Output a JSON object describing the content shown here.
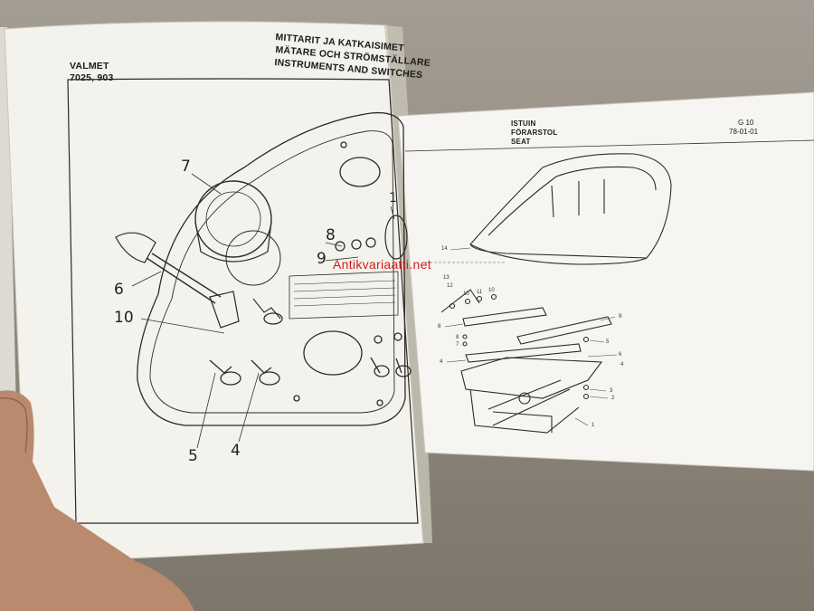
{
  "left_page": {
    "brand": "VALMET",
    "model": "7025, 903",
    "title_lines": [
      "MITTARIT JA KATKAISIMET",
      "MÄTARE OCH STRÖMSTÄLLARE",
      "INSTRUMENTS AND SWITCHES"
    ],
    "callouts": [
      "7",
      "8",
      "9",
      "6",
      "10",
      "5",
      "4",
      "1"
    ]
  },
  "right_page": {
    "title_lines": [
      "ISTUIN",
      "FÖRARSTOL",
      "SEAT"
    ],
    "page_code": "G 10",
    "date": "78-01-01",
    "callouts": [
      "14",
      "12",
      "13",
      "10",
      "11",
      "10",
      "8",
      "9",
      "8",
      "7",
      "4",
      "6",
      "5",
      "4",
      "3",
      "2",
      "1"
    ]
  },
  "watermark": "Antikvariaatti.net",
  "colors": {
    "paper": "#f4f3ee",
    "ink": "#1b1b1b",
    "watermark": "#d81a1a",
    "background": "#8f877c",
    "hand": "#b98a6d"
  }
}
